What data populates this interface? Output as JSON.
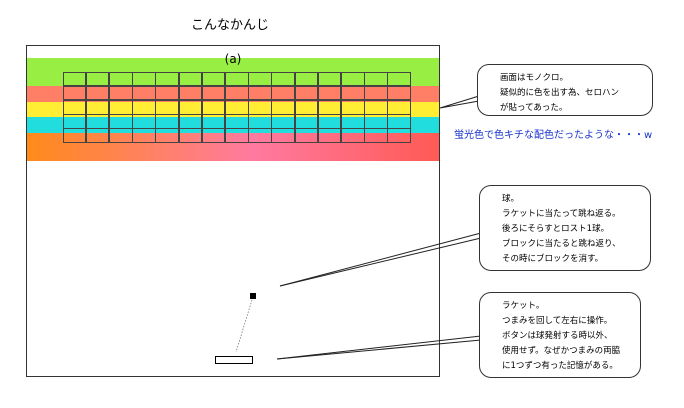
{
  "title": "こんなかんじ",
  "screen": {
    "label": "(a)",
    "bands": [
      {
        "color": "#99ee44"
      },
      {
        "color": "#ff7f66"
      },
      {
        "color": "#ffee33"
      },
      {
        "color": "#22dddd"
      },
      {
        "color": "gradient-orange-pink-red"
      }
    ],
    "grid": {
      "rows": 5,
      "cols": 15
    }
  },
  "callouts": {
    "screen": [
      "画面はモノクロ。",
      "疑似的に色を出す為、セロハン",
      "が貼ってあった。"
    ],
    "ball": [
      "球。",
      "ラケットに当たって跳ね返る。",
      "後ろにそらすとロスト1球。",
      "ブロックに当たると跳ね返り、",
      "その時にブロックを消す。"
    ],
    "paddle": [
      "ラケット。",
      "つまみを回して左右に操作。",
      "ボタンは球発射する時以外、",
      "使用せず。なぜかつまみの両脇",
      "に1つずつ有った記憶がある。"
    ]
  },
  "note": "蛍光色で色キチな配色だったような・・・w"
}
